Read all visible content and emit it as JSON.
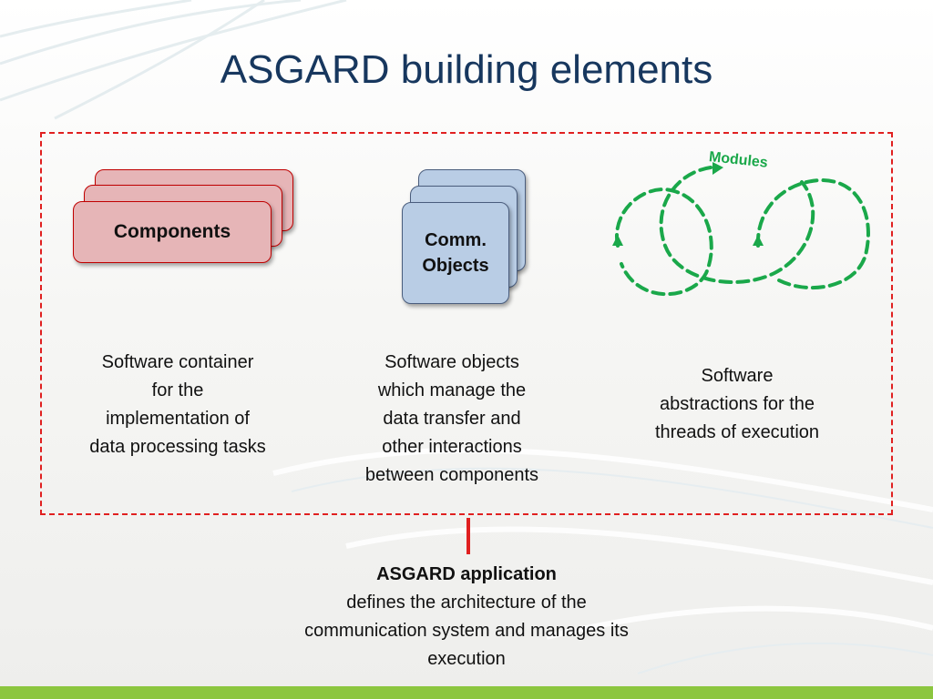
{
  "title": "ASGARD building elements",
  "columns": {
    "components": {
      "label": "Components",
      "description": [
        "Software container",
        "for the",
        "implementation of",
        "data processing tasks"
      ]
    },
    "comm_objects": {
      "label_line1": "Comm.",
      "label_line2": "Objects",
      "description": [
        "Software objects",
        "which manage the",
        "data transfer and",
        "other interactions",
        "between components"
      ]
    },
    "modules": {
      "label": "Modules",
      "description": [
        "Software",
        "abstractions for the",
        "threads of execution"
      ]
    }
  },
  "application": {
    "title": "ASGARD application",
    "description": [
      "defines the architecture of the",
      "communication system and manages its",
      "execution"
    ]
  },
  "colors": {
    "title": "#17375e",
    "frame": "#e02020",
    "components_fill": "#e6b5b7",
    "comm_fill": "#b9cde5",
    "modules_green": "#1aa84a",
    "bottom_bar": "#8cc63f"
  }
}
